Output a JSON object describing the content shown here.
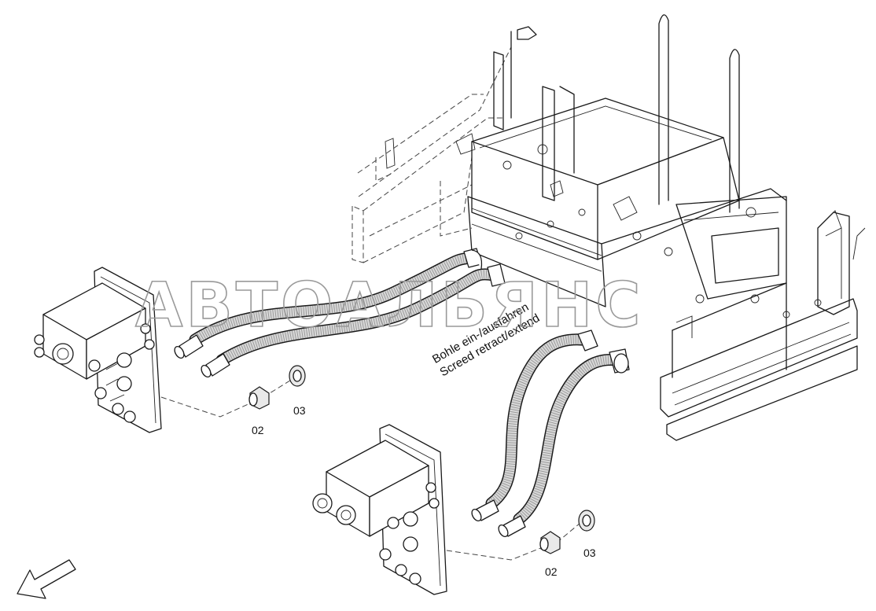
{
  "watermark": "АВТОАЛЬЯНС",
  "caption": {
    "line1": "Bohle ein-/ausfahren",
    "line2": "Screed retract/extend"
  },
  "callouts": {
    "upper_02": "02",
    "upper_03": "03",
    "lower_02": "02",
    "lower_03": "03"
  },
  "icons": {
    "direction_arrow": "arrow-down-left-icon"
  }
}
